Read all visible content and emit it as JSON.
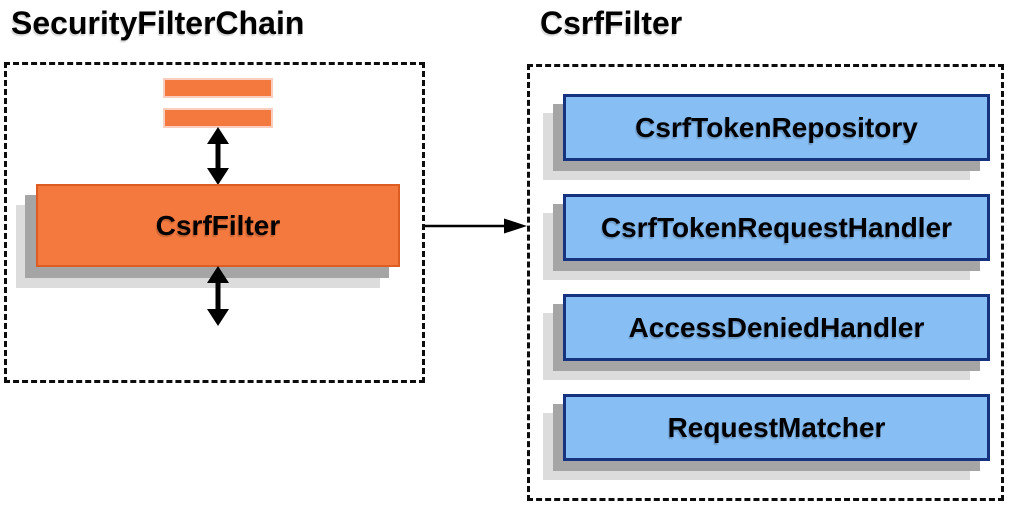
{
  "titles": {
    "left": "SecurityFilterChain",
    "right": "CsrfFilter"
  },
  "left_panel": {
    "filter_label": "CsrfFilter"
  },
  "right_panel": {
    "components": [
      "CsrfTokenRepository",
      "CsrfTokenRequestHandler",
      "AccessDeniedHandler",
      "RequestMatcher"
    ]
  },
  "colors": {
    "orange_fill": "#f4793e",
    "orange_border": "#dd5c22",
    "bar_border": "#f9cebf",
    "blue_fill": "#87bef4",
    "blue_border": "#16337f",
    "shadow_dark": "#a5a5a5",
    "shadow_light": "#dcdcdc",
    "arrow_color": "#000000"
  }
}
